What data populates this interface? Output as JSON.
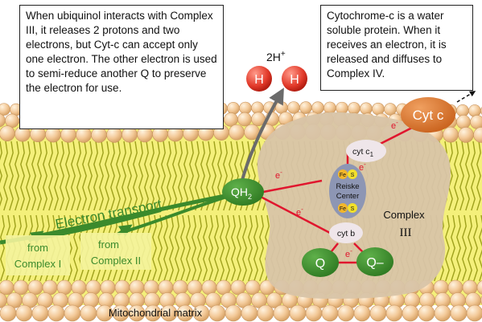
{
  "notes": {
    "left": "When ubiquinol interacts with Complex III, it releases 2 protons and two electrons, but Cyt-c can accept only one electron. The other electron is used to semi-reduce another Q to preserve the electron for use.",
    "right": "Cytochrome-c is a water soluble protein. When it receives an electron, it is released and diffuses to Complex IV."
  },
  "protons": {
    "label_base": "2H",
    "label_sup": "+",
    "symbol": "H"
  },
  "nodes": {
    "qh2_base": "QH",
    "qh2_sub": "2",
    "cyt_c": "Cyt c",
    "cyt_c1_base": "cyt c",
    "cyt_c1_sub": "1",
    "cyt_b": "cyt b",
    "q": "Q",
    "q_minus": "Q–",
    "fe": "Fe",
    "s": "S"
  },
  "labels": {
    "electron_transport": "Electron transport",
    "reiske_line1": "Reiske",
    "reiske_line2": "Center",
    "complex_line1": "Complex",
    "complex_line2": "III",
    "from_complex_i_line1": "from",
    "from_complex_i_line2": "Complex I",
    "from_complex_ii_line1": "from",
    "from_complex_ii_line2": "Complex II",
    "matrix": "Mitochondrial matrix",
    "electron": "e",
    "electron_sup": "-"
  },
  "colors": {
    "membrane_yellow": "#f4f07a",
    "lipid_head": "#f3c998",
    "lipid_tail": "#9ea01c",
    "complex_fill": "#d8c4a8",
    "node_green": "#3f8f2e",
    "cyt_c_orange": "#e0782a",
    "proton_red": "#e23a2a",
    "wire_red": "#e0162e",
    "reiske_gray": "#8d96b4",
    "small_node_fill": "#efe6ea",
    "label_box_yellow": "#f4f39c"
  }
}
